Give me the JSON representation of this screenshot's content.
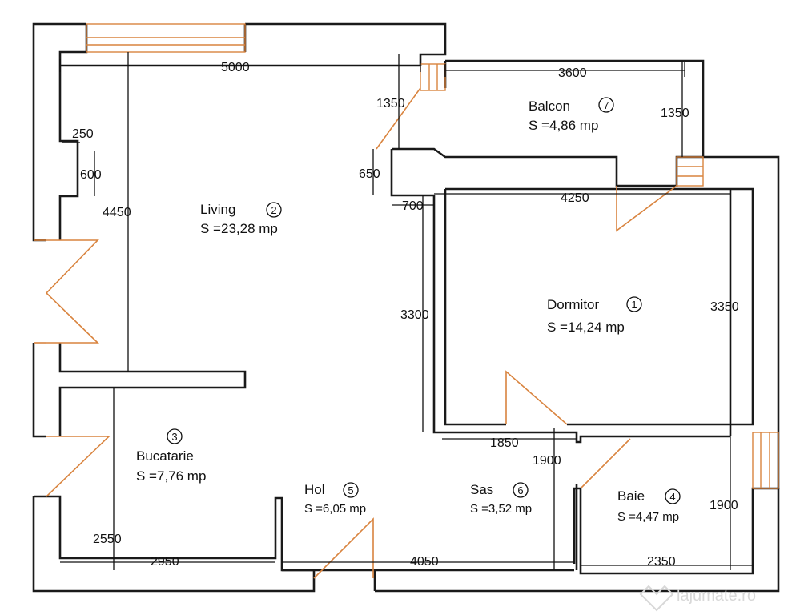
{
  "rooms": [
    {
      "id": "dormitor",
      "name": "Dormitor",
      "number": "1",
      "area": "S =14,24 mp"
    },
    {
      "id": "living",
      "name": "Living",
      "number": "2",
      "area": "S =23,28 mp"
    },
    {
      "id": "bucatarie",
      "name": "Bucatarie",
      "number": "3",
      "area": "S =7,76 mp"
    },
    {
      "id": "baie",
      "name": "Baie",
      "number": "4",
      "area": "S =4,47 mp"
    },
    {
      "id": "hol",
      "name": "Hol",
      "number": "5",
      "area": "S =6,05 mp"
    },
    {
      "id": "sas",
      "name": "Sas",
      "number": "6",
      "area": "S =3,52 mp"
    },
    {
      "id": "balcon",
      "name": "Balcon",
      "number": "7",
      "area": "S =4,86 mp"
    }
  ],
  "dimensions": {
    "living_width": "5000",
    "balcon_width": "3600",
    "balcon_left_depth": "1350",
    "balcon_right_depth": "1350",
    "niche_depth": "250",
    "niche_height": "600",
    "living_depth": "4450",
    "wall_offset": "650",
    "wall_step": "700",
    "dormitor_width": "4250",
    "dormitor_left_depth": "3300",
    "dormitor_right_depth": "3350",
    "sas_width": "1850",
    "sas_depth": "1900",
    "baie_depth": "1900",
    "bucatarie_depth": "2550",
    "bucatarie_width": "2950",
    "hol_width": "4050",
    "baie_width": "2350"
  },
  "watermark": "lajumate.ro"
}
